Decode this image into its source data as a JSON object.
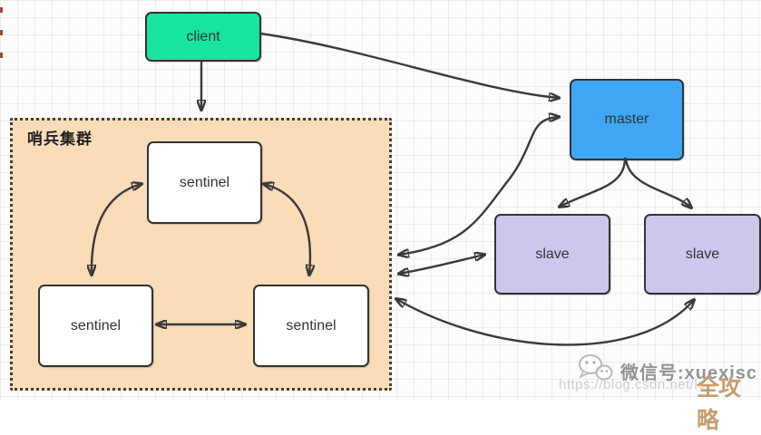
{
  "diagram": {
    "cluster_label": "哨兵集群",
    "nodes": {
      "client": {
        "label": "client",
        "color": "#17e4a1"
      },
      "master": {
        "label": "master",
        "color": "#3fa7f3"
      },
      "slave1": {
        "label": "slave",
        "color": "#cdc7ee"
      },
      "slave2": {
        "label": "slave",
        "color": "#cdc7ee"
      },
      "sentinel1": {
        "label": "sentinel",
        "color": "#ffffff"
      },
      "sentinel2": {
        "label": "sentinel",
        "color": "#ffffff"
      },
      "sentinel3": {
        "label": "sentinel",
        "color": "#ffffff"
      }
    },
    "edges": [
      {
        "from": "client",
        "to": "sentinel-cluster",
        "arrows": "end"
      },
      {
        "from": "client",
        "to": "master",
        "arrows": "end"
      },
      {
        "from": "sentinel-cluster",
        "to": "master",
        "arrows": "both"
      },
      {
        "from": "sentinel-cluster",
        "to": "slave1",
        "arrows": "both"
      },
      {
        "from": "sentinel-cluster",
        "to": "slave2",
        "arrows": "both"
      },
      {
        "from": "master",
        "to": "slave1",
        "arrows": "end"
      },
      {
        "from": "master",
        "to": "slave2",
        "arrows": "end"
      },
      {
        "from": "sentinel1",
        "to": "sentinel2",
        "arrows": "both"
      },
      {
        "from": "sentinel1",
        "to": "sentinel3",
        "arrows": "both"
      },
      {
        "from": "sentinel2",
        "to": "sentinel3",
        "arrows": "both"
      }
    ],
    "colors": {
      "cluster_bg": "#fbdcb9",
      "node_border": "#333333",
      "arrow": "#3a3a3a",
      "grid_line": "#ebebeb",
      "canvas_bg": "#fcfcfc"
    }
  },
  "watermark": {
    "wechat_icon": "wechat-bubbles-icon",
    "wechat_label": "微信号:xuexisc",
    "url_text": "https://blog.csdn.net/lo",
    "badge_text": "全攻略",
    "badge_color": "#c49e6d"
  }
}
